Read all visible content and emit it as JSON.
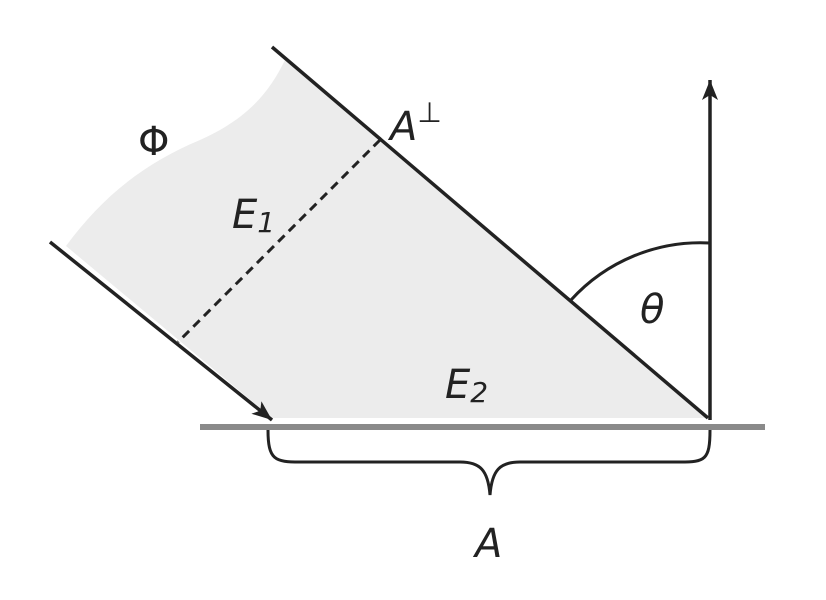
{
  "labels": {
    "flux": "Φ",
    "perp_area": "A",
    "perp_symbol": "⊥",
    "e1": "E",
    "e1_sub": "1",
    "e2": "E",
    "e2_sub": "2",
    "angle": "θ",
    "area": "A"
  },
  "colors": {
    "shade": "#ececec",
    "line": "#222222",
    "ground": "#8a8a8a"
  }
}
